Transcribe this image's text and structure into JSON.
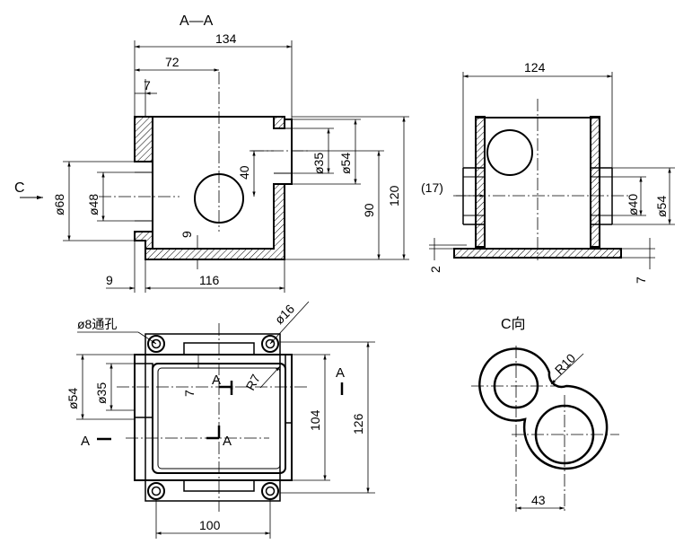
{
  "views": {
    "section_aa": {
      "title": "A—A",
      "dims": {
        "d134": "134",
        "d72": "72",
        "d7": "7",
        "phi35": "ø35",
        "phi54": "ø54",
        "d40": "40",
        "d90": "90",
        "d120": "120",
        "phi68": "ø68",
        "phi48": "ø48",
        "d9_inner": "9",
        "d9_left": "9",
        "d116": "116",
        "view_c": "C"
      }
    },
    "side_view": {
      "dims": {
        "d124": "124",
        "d17": "(17)",
        "phi40": "ø40",
        "phi54": "ø54",
        "d2": "2",
        "d7": "7"
      }
    },
    "top_view": {
      "dims": {
        "phi8": "ø8通孔",
        "phi16": "ø16",
        "phi54": "ø54",
        "phi35": "ø35",
        "d7": "7",
        "r7": "R7",
        "a_label": "A",
        "d104": "104",
        "d126": "126",
        "d100": "100"
      }
    },
    "c_view": {
      "title": "C向",
      "dims": {
        "r10": "R10",
        "d43": "43"
      }
    }
  }
}
